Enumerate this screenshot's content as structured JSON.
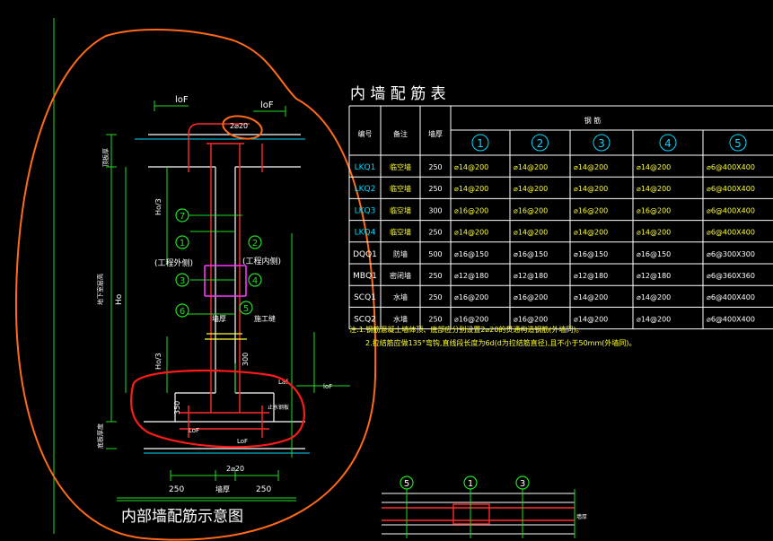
{
  "colors": {
    "background": "#000000",
    "structure_line": "#ffffff",
    "rebar_red": "#ff2a2a",
    "dim_green": "#22dd22",
    "cyan": "#00d8ff",
    "magenta": "#ff33ff",
    "yellow": "#ffff33",
    "orange_markup": "#ff6a1a",
    "red_markup": "#ff1a1a"
  },
  "detail": {
    "title": "内部墙配筋示意图",
    "labels": {
      "lof_left": "loF",
      "lof_right": "loF",
      "top_bar": "2⌀20",
      "bottom_bar": "2⌀20",
      "ho_third_top": "Ho/3",
      "ho_third_bottom": "Ho/3",
      "ho": "Ho",
      "left_side": "(工程外侧)",
      "right_side": "(工程内侧)",
      "wall_thk": "墙厚",
      "construction_joint": "施工缝",
      "dim_300": "300",
      "dim_350": "350",
      "loF_small": "loF",
      "lof_bottom": "LoF",
      "laf": "Laf",
      "lof_tag": "LoF",
      "dim_250_left": "250",
      "dim_250_right": "250",
      "wall_thk_bottom": "墙厚",
      "top_beam": "顶板厚",
      "floor_height": "地下室层高",
      "bottom_slab": "底板厚度",
      "note_small": "止水钢板"
    },
    "circles": [
      "7",
      "1",
      "2",
      "3",
      "4",
      "6",
      "5"
    ]
  },
  "table": {
    "title": "内 墙 配 筋 表",
    "head": {
      "no": "编号",
      "note": "备注",
      "thk": "墙厚",
      "rebar_group": "钢 筋"
    },
    "bar_columns": [
      "1",
      "2",
      "3",
      "4",
      "5"
    ],
    "rows": [
      {
        "id": "LKQ1",
        "note": "临空墙",
        "thk": "250",
        "b1": "⌀14@200",
        "b2": "⌀14@200",
        "b3": "⌀14@200",
        "b4": "⌀14@200",
        "b5": "⌀6@400X400"
      },
      {
        "id": "LKQ2",
        "note": "临空墙",
        "thk": "250",
        "b1": "⌀14@200",
        "b2": "⌀14@200",
        "b3": "⌀14@200",
        "b4": "⌀14@200",
        "b5": "⌀6@400X400"
      },
      {
        "id": "LKQ3",
        "note": "临空墙",
        "thk": "300",
        "b1": "⌀16@200",
        "b2": "⌀16@200",
        "b3": "⌀16@200",
        "b4": "⌀16@200",
        "b5": "⌀6@400X400"
      },
      {
        "id": "LKQ4",
        "note": "临空墙",
        "thk": "250",
        "b1": "⌀14@200",
        "b2": "⌀14@200",
        "b3": "⌀14@200",
        "b4": "⌀14@200",
        "b5": "⌀6@400X400"
      },
      {
        "id": "DQQ1",
        "note": "防墙",
        "thk": "500",
        "b1": "⌀16@150",
        "b2": "⌀16@150",
        "b3": "⌀16@150",
        "b4": "⌀16@150",
        "b5": "⌀6@300X300"
      },
      {
        "id": "MBQ1",
        "note": "密闭墙",
        "thk": "250",
        "b1": "⌀12@180",
        "b2": "⌀12@180",
        "b3": "⌀12@180",
        "b4": "⌀12@180",
        "b5": "⌀6@360X360"
      },
      {
        "id": "SCQ1",
        "note": "水墙",
        "thk": "250",
        "b1": "⌀16@200",
        "b2": "⌀16@200",
        "b3": "⌀14@200",
        "b4": "⌀14@200",
        "b5": "⌀6@400X400"
      },
      {
        "id": "SCQ2",
        "note": "水墙",
        "thk": "250",
        "b1": "⌀16@200",
        "b2": "⌀16@200",
        "b3": "⌀14@200",
        "b4": "⌀14@200",
        "b5": "⌀6@400X400"
      }
    ],
    "notes": [
      "注:1.钢筋混凝土墙体顶、底部应分别设置2⌀20的贯通构造钢筋(外墙同)。",
      "2.拉结筋应做135°弯钩,直线段长度为6d(d为拉结筋直径),且不小于50mm(外墙同)。"
    ]
  },
  "bottom_detail": {
    "circles": [
      "5",
      "1",
      "3"
    ],
    "tag": "墙厚"
  }
}
